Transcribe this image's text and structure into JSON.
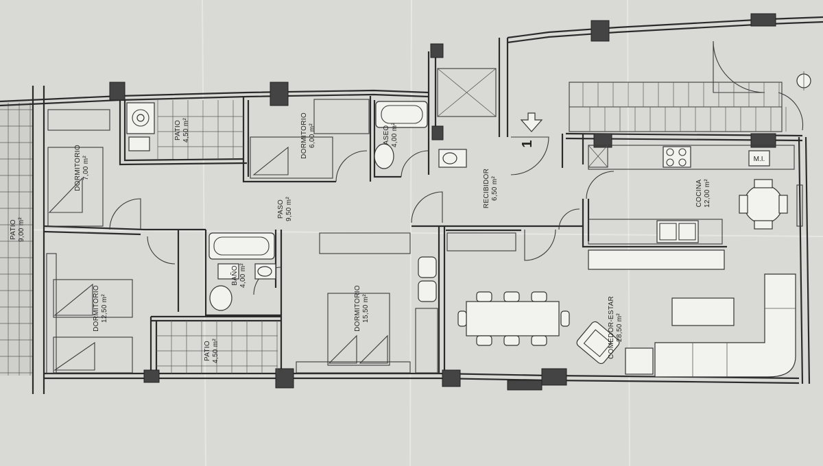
{
  "rooms": {
    "patio_left": {
      "name": "PATIO",
      "area": "9,00 m²"
    },
    "dormitorio_1": {
      "name": "DORMITORIO",
      "area": "7,00 m²"
    },
    "patio_top": {
      "name": "PATIO",
      "area": "4,50 m²"
    },
    "dormitorio_2": {
      "name": "DORMITORIO",
      "area": "6,00 m²"
    },
    "aseo": {
      "name": "ASEO",
      "area": "4,00 m²"
    },
    "paso": {
      "name": "PASO",
      "area": "9,50 m²"
    },
    "recibidor": {
      "name": "RECIBIDOR",
      "area": "6,50 m²"
    },
    "cocina": {
      "name": "COCINA",
      "area": "12,00 m²"
    },
    "dormitorio_3": {
      "name": "DORMITORIO",
      "area": "12,50 m²"
    },
    "bano": {
      "name": "BAÑO",
      "area": "4,00 m²"
    },
    "patio_bottom": {
      "name": "PATIO",
      "area": "4,50 m²"
    },
    "dormitorio_4": {
      "name": "DORMITORIO",
      "area": "15,50 m²"
    },
    "comedor": {
      "name": "COMEDOR-ESTAR",
      "area": "28,50 m²"
    }
  },
  "entrance": {
    "number": "1"
  },
  "appliance": {
    "label": "M.I."
  },
  "colors": {
    "paper": "#d9dad6",
    "ink": "#2b2b2b"
  }
}
